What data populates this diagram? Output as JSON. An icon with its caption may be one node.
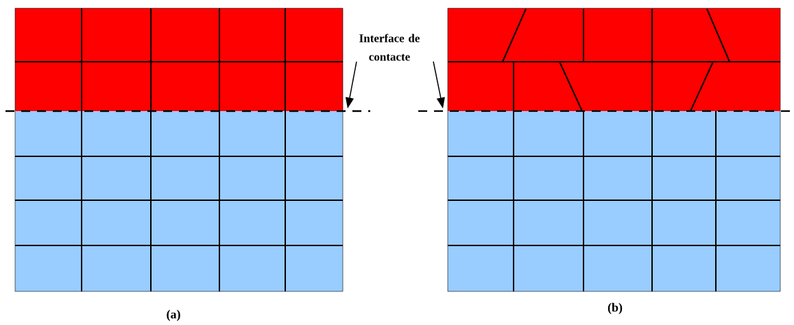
{
  "diagram": {
    "nodes": [
      {
        "text": [
          "Interface de contacte"
        ]
      },
      {
        "text": [],
        "shape": "line"
      },
      {
        "text": [],
        "shape": "line"
      }
    ],
    "edges": [
      {
        "from": 0,
        "to": 1,
        "arrow": "to"
      },
      {
        "from": 0,
        "to": 2,
        "arrow": "to"
      }
    ],
    "labels": [
      "(a)",
      "(b)"
    ]
  }
}
